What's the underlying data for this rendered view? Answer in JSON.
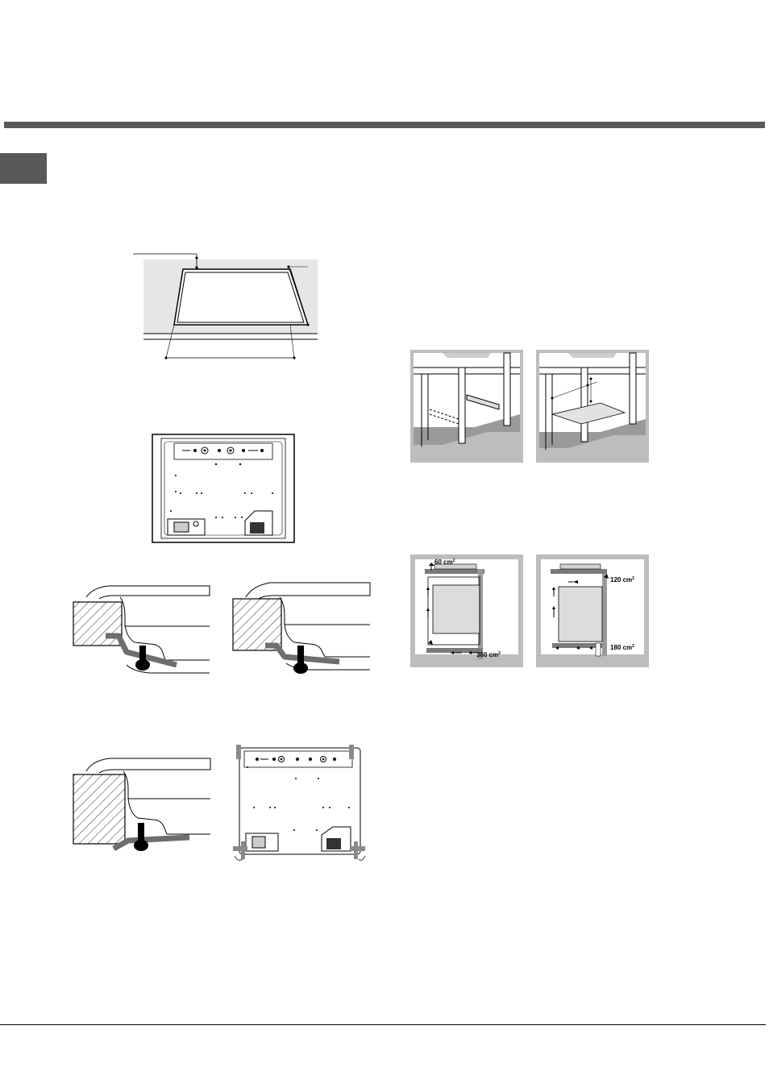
{
  "page": {
    "header_bar_color": "#58585a",
    "language_tab_color": "#58585a"
  },
  "figures": {
    "ventilation_left": {
      "top_label": "60 cm",
      "top_label_sup": "2",
      "bottom_label": "360 cm",
      "bottom_label_sup": "2"
    },
    "ventilation_right": {
      "top_label": "120 cm",
      "top_label_sup": "2",
      "bottom_label": "180 cm",
      "bottom_label_sup": "2"
    }
  }
}
